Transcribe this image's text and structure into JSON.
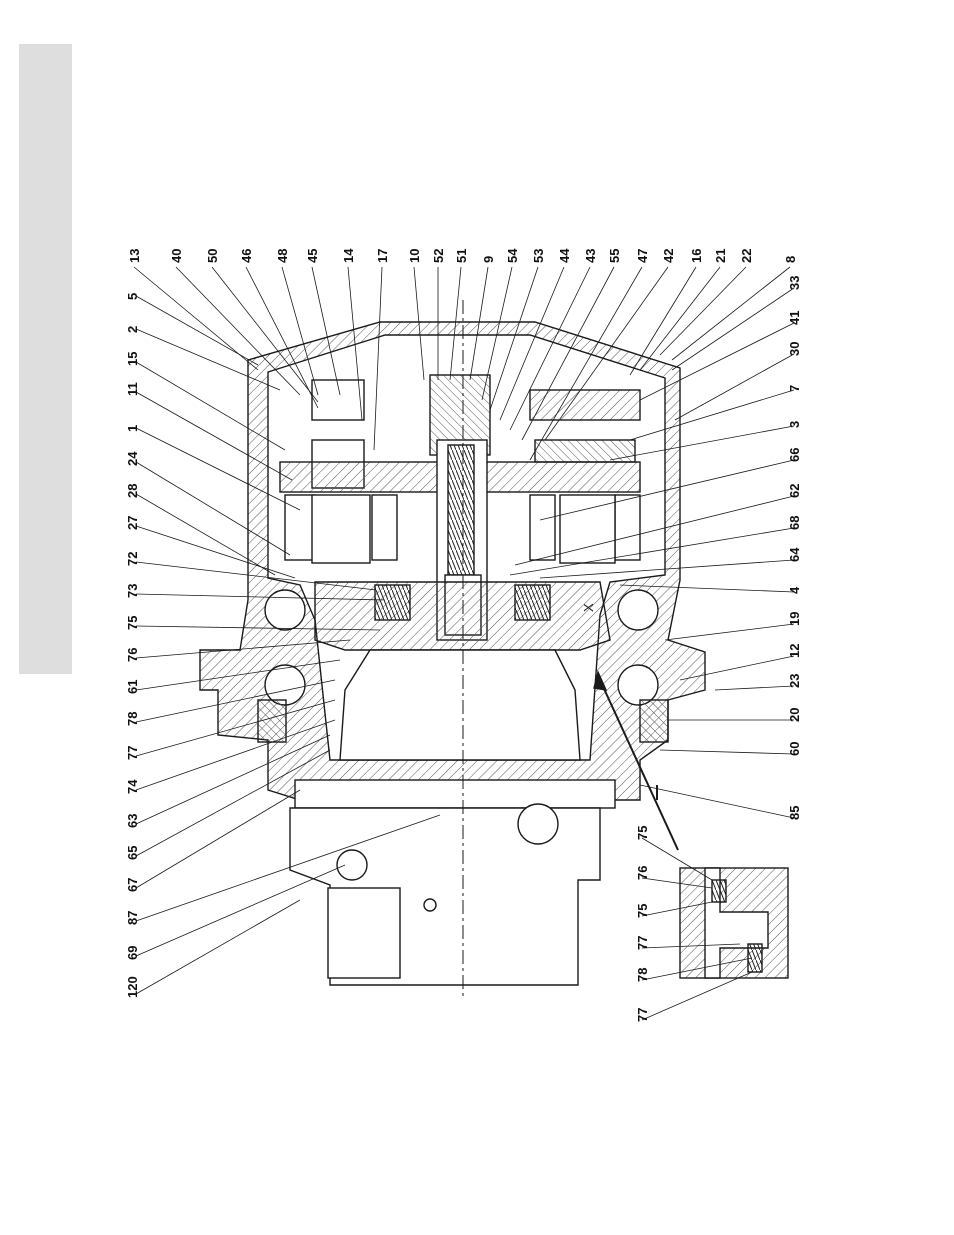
{
  "callouts": {
    "top": [
      "13",
      "40",
      "50",
      "46",
      "48",
      "45",
      "14",
      "17",
      "10",
      "52",
      "51",
      "9",
      "54",
      "53",
      "44",
      "43",
      "55",
      "47",
      "42",
      "16",
      "21",
      "22",
      "8"
    ],
    "left": [
      "5",
      "2",
      "15",
      "11",
      "1",
      "24",
      "28",
      "27",
      "72",
      "73",
      "75",
      "76",
      "61",
      "78",
      "77",
      "74",
      "63",
      "65",
      "67",
      "87",
      "69",
      "120"
    ],
    "right": [
      "33",
      "41",
      "30",
      "7",
      "3",
      "66",
      "62",
      "68",
      "64",
      "4",
      "19",
      "12",
      "23",
      "20",
      "60",
      "85"
    ],
    "detail": [
      "75",
      "76",
      "75",
      "77",
      "78",
      "77"
    ]
  },
  "symbols": {
    "section_mark": "X"
  },
  "colors": {
    "line": "#1a1a1a",
    "sidebar": "#dedede",
    "hatch": "#555555"
  }
}
